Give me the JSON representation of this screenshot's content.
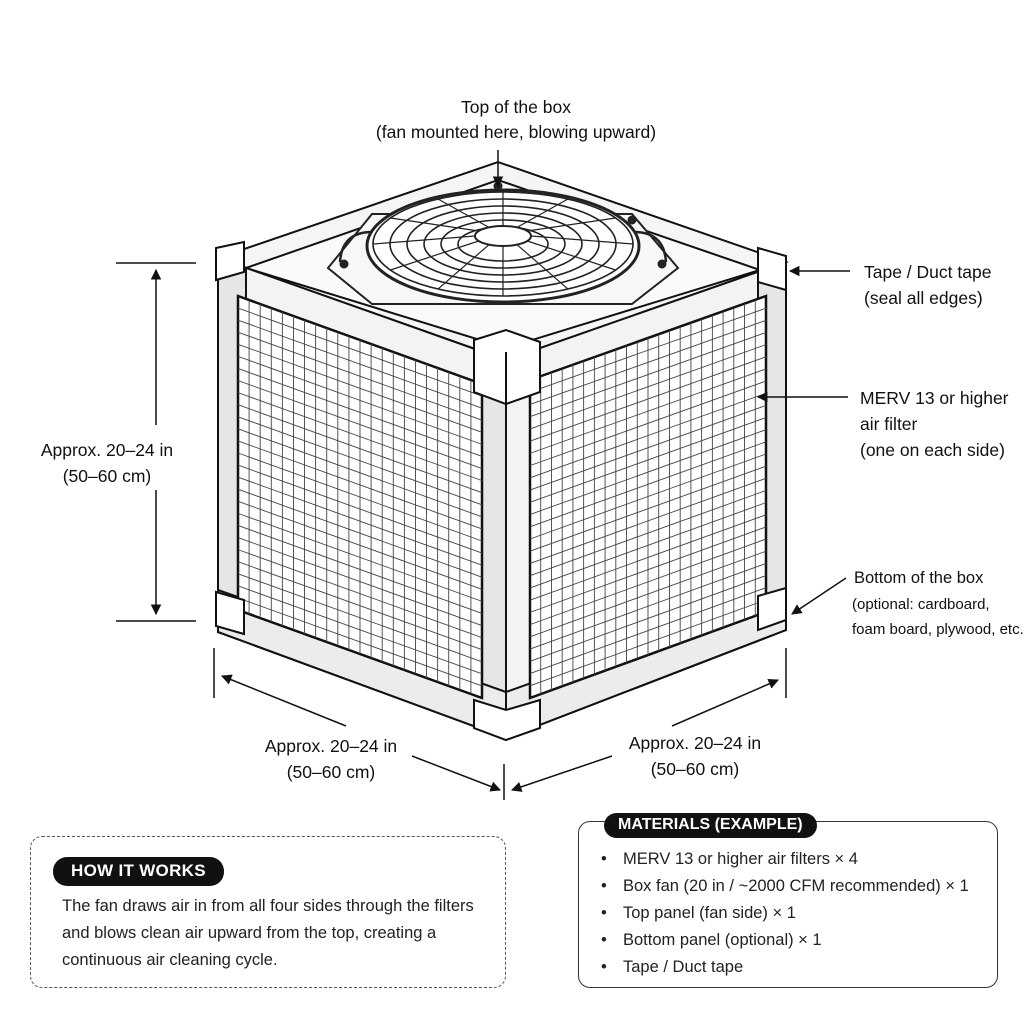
{
  "labels": {
    "top_title": "Top of the box",
    "top_sub": "(fan mounted here, blowing upward)",
    "tape_title": "Tape / Duct tape",
    "tape_sub": "(seal all edges)",
    "filter_line1": "MERV 13 or higher",
    "filter_line2": "air filter",
    "filter_line3": "(one on each side)",
    "bottom_title": "Bottom of the box",
    "bottom_sub1": "(optional: cardboard,",
    "bottom_sub2": "foam board, plywood, etc.)",
    "height_line1": "Approx. 20–24 in",
    "height_line2": "(50–60 cm)",
    "width_left_line1": "Approx. 20–24 in",
    "width_left_line2": "(50–60 cm)",
    "width_right_line1": "Approx. 20–24 in",
    "width_right_line2": "(50–60 cm)"
  },
  "how_it_works": {
    "title": "HOW IT WORKS",
    "text": "The fan draws air in from all four sides through the filters and blows clean air upward from the top, creating a continuous air cleaning cycle."
  },
  "materials": {
    "title": "MATERIALS (EXAMPLE)",
    "items": [
      "MERV 13 or higher air filters × 4",
      "Box fan (20 in / ~2000 CFM recommended) × 1",
      "Top panel (fan side) × 1",
      "Bottom panel (optional) × 1",
      "Tape / Duct tape"
    ]
  },
  "colors": {
    "line": "#111111",
    "filter_mesh": "#333333",
    "fan": "#222222"
  }
}
